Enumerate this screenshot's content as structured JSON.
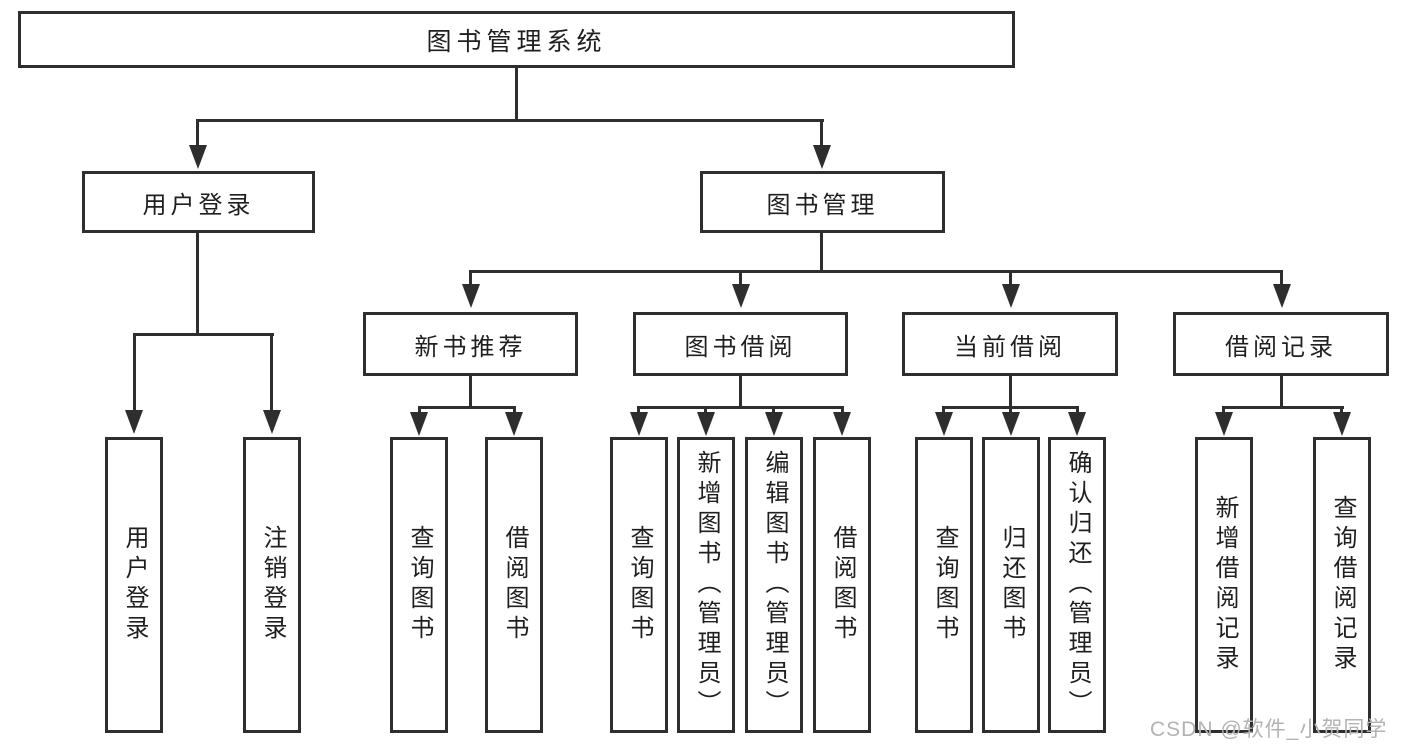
{
  "tree": {
    "label": "图书管理系统",
    "children": [
      {
        "label": "用户登录",
        "children": [
          {
            "label": "用户登录"
          },
          {
            "label": "注销登录"
          }
        ]
      },
      {
        "label": "图书管理",
        "children": [
          {
            "label": "新书推荐",
            "children": [
              {
                "label": "查询图书"
              },
              {
                "label": "借阅图书"
              }
            ]
          },
          {
            "label": "图书借阅",
            "children": [
              {
                "label": "查询图书"
              },
              {
                "label": "新增图书（管理员）"
              },
              {
                "label": "编辑图书（管理员）"
              },
              {
                "label": "借阅图书"
              }
            ]
          },
          {
            "label": "当前借阅",
            "children": [
              {
                "label": "查询图书"
              },
              {
                "label": "归还图书"
              },
              {
                "label": "确认归还（管理员）"
              }
            ]
          },
          {
            "label": "借阅记录",
            "children": [
              {
                "label": "新增借阅记录"
              },
              {
                "label": "查询借阅记录"
              }
            ]
          }
        ]
      }
    ]
  },
  "watermark": {
    "text": "CSDN @软件_小贺同学"
  },
  "colors": {
    "line": "#2e2e2e",
    "text": "#1f1f1f",
    "background": "#ffffff",
    "watermark": "#b3b3b3"
  }
}
